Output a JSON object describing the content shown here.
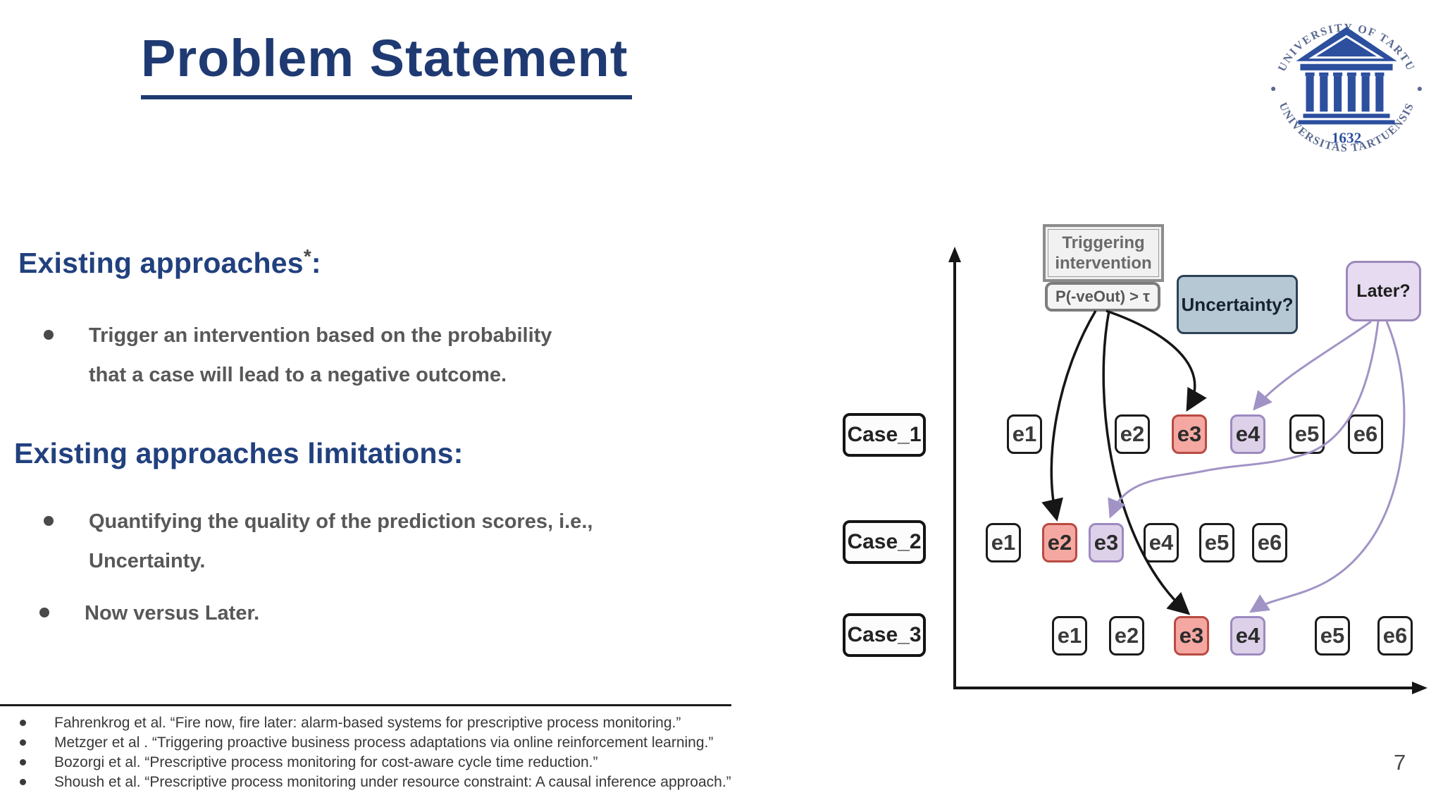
{
  "slide": {
    "title": "Problem Statement",
    "page_number": "7"
  },
  "logo": {
    "top_text": "UNIVERSITY OF TARTU",
    "bottom_text": "UNIVERSITAS TARTUENSIS",
    "year": "1632"
  },
  "content": {
    "heading1": {
      "label": "Existing approaches",
      "sup": "*",
      "colon": ":"
    },
    "bullet1": {
      "line1": "Trigger an intervention based on the probability",
      "line2": "that a case will lead to a negative outcome."
    },
    "heading2": "Existing approaches limitations:",
    "bullet2": {
      "line1": "Quantifying the quality of the prediction scores, i.e.,",
      "line2": "Uncertainty."
    },
    "bullet3": "Now versus Later."
  },
  "footnotes": [
    "Fahrenkrog et al.  “Fire now, fire later:  alarm-based systems for prescriptive process monitoring.”",
    "Metzger et al . “Triggering proactive business process adaptations via online reinforcement learning.”",
    "Bozorgi et al. “Prescriptive process monitoring for cost-aware cycle time reduction.”",
    "Shoush et al. “Prescriptive process monitoring under resource constraint: A causal inference approach.”"
  ],
  "diagram": {
    "triggering": {
      "line1": "Triggering",
      "line2": "intervention"
    },
    "pveout": "P(-veOut) > τ",
    "uncertainty": "Uncertainty?",
    "later": "Later?",
    "colors": {
      "intervene_now_fill": "#f4a8a1",
      "intervene_now_border": "#b94a42",
      "intervene_later_fill": "#ddd1e9",
      "intervene_later_border": "#9d89c0",
      "uncertainty_fill": "#b6c8d4",
      "later_fill": "#e6dbf0",
      "arrow_black": "#161616",
      "arrow_purple": "#a293c6"
    },
    "rows": [
      {
        "label": "Case_1",
        "events": [
          {
            "label": "e1",
            "state": "normal"
          },
          {
            "label": "e2",
            "state": "normal"
          },
          {
            "label": "e3",
            "state": "now"
          },
          {
            "label": "e4",
            "state": "later"
          },
          {
            "label": "e5",
            "state": "normal"
          },
          {
            "label": "e6",
            "state": "normal"
          }
        ]
      },
      {
        "label": "Case_2",
        "events": [
          {
            "label": "e1",
            "state": "normal"
          },
          {
            "label": "e2",
            "state": "now"
          },
          {
            "label": "e3",
            "state": "later"
          },
          {
            "label": "e4",
            "state": "normal"
          },
          {
            "label": "e5",
            "state": "normal"
          },
          {
            "label": "e6",
            "state": "normal"
          }
        ]
      },
      {
        "label": "Case_3",
        "events": [
          {
            "label": "e1",
            "state": "normal"
          },
          {
            "label": "e2",
            "state": "normal"
          },
          {
            "label": "e3",
            "state": "now"
          },
          {
            "label": "e4",
            "state": "later"
          },
          {
            "label": "e5",
            "state": "normal"
          },
          {
            "label": "e6",
            "state": "normal"
          }
        ]
      }
    ]
  }
}
